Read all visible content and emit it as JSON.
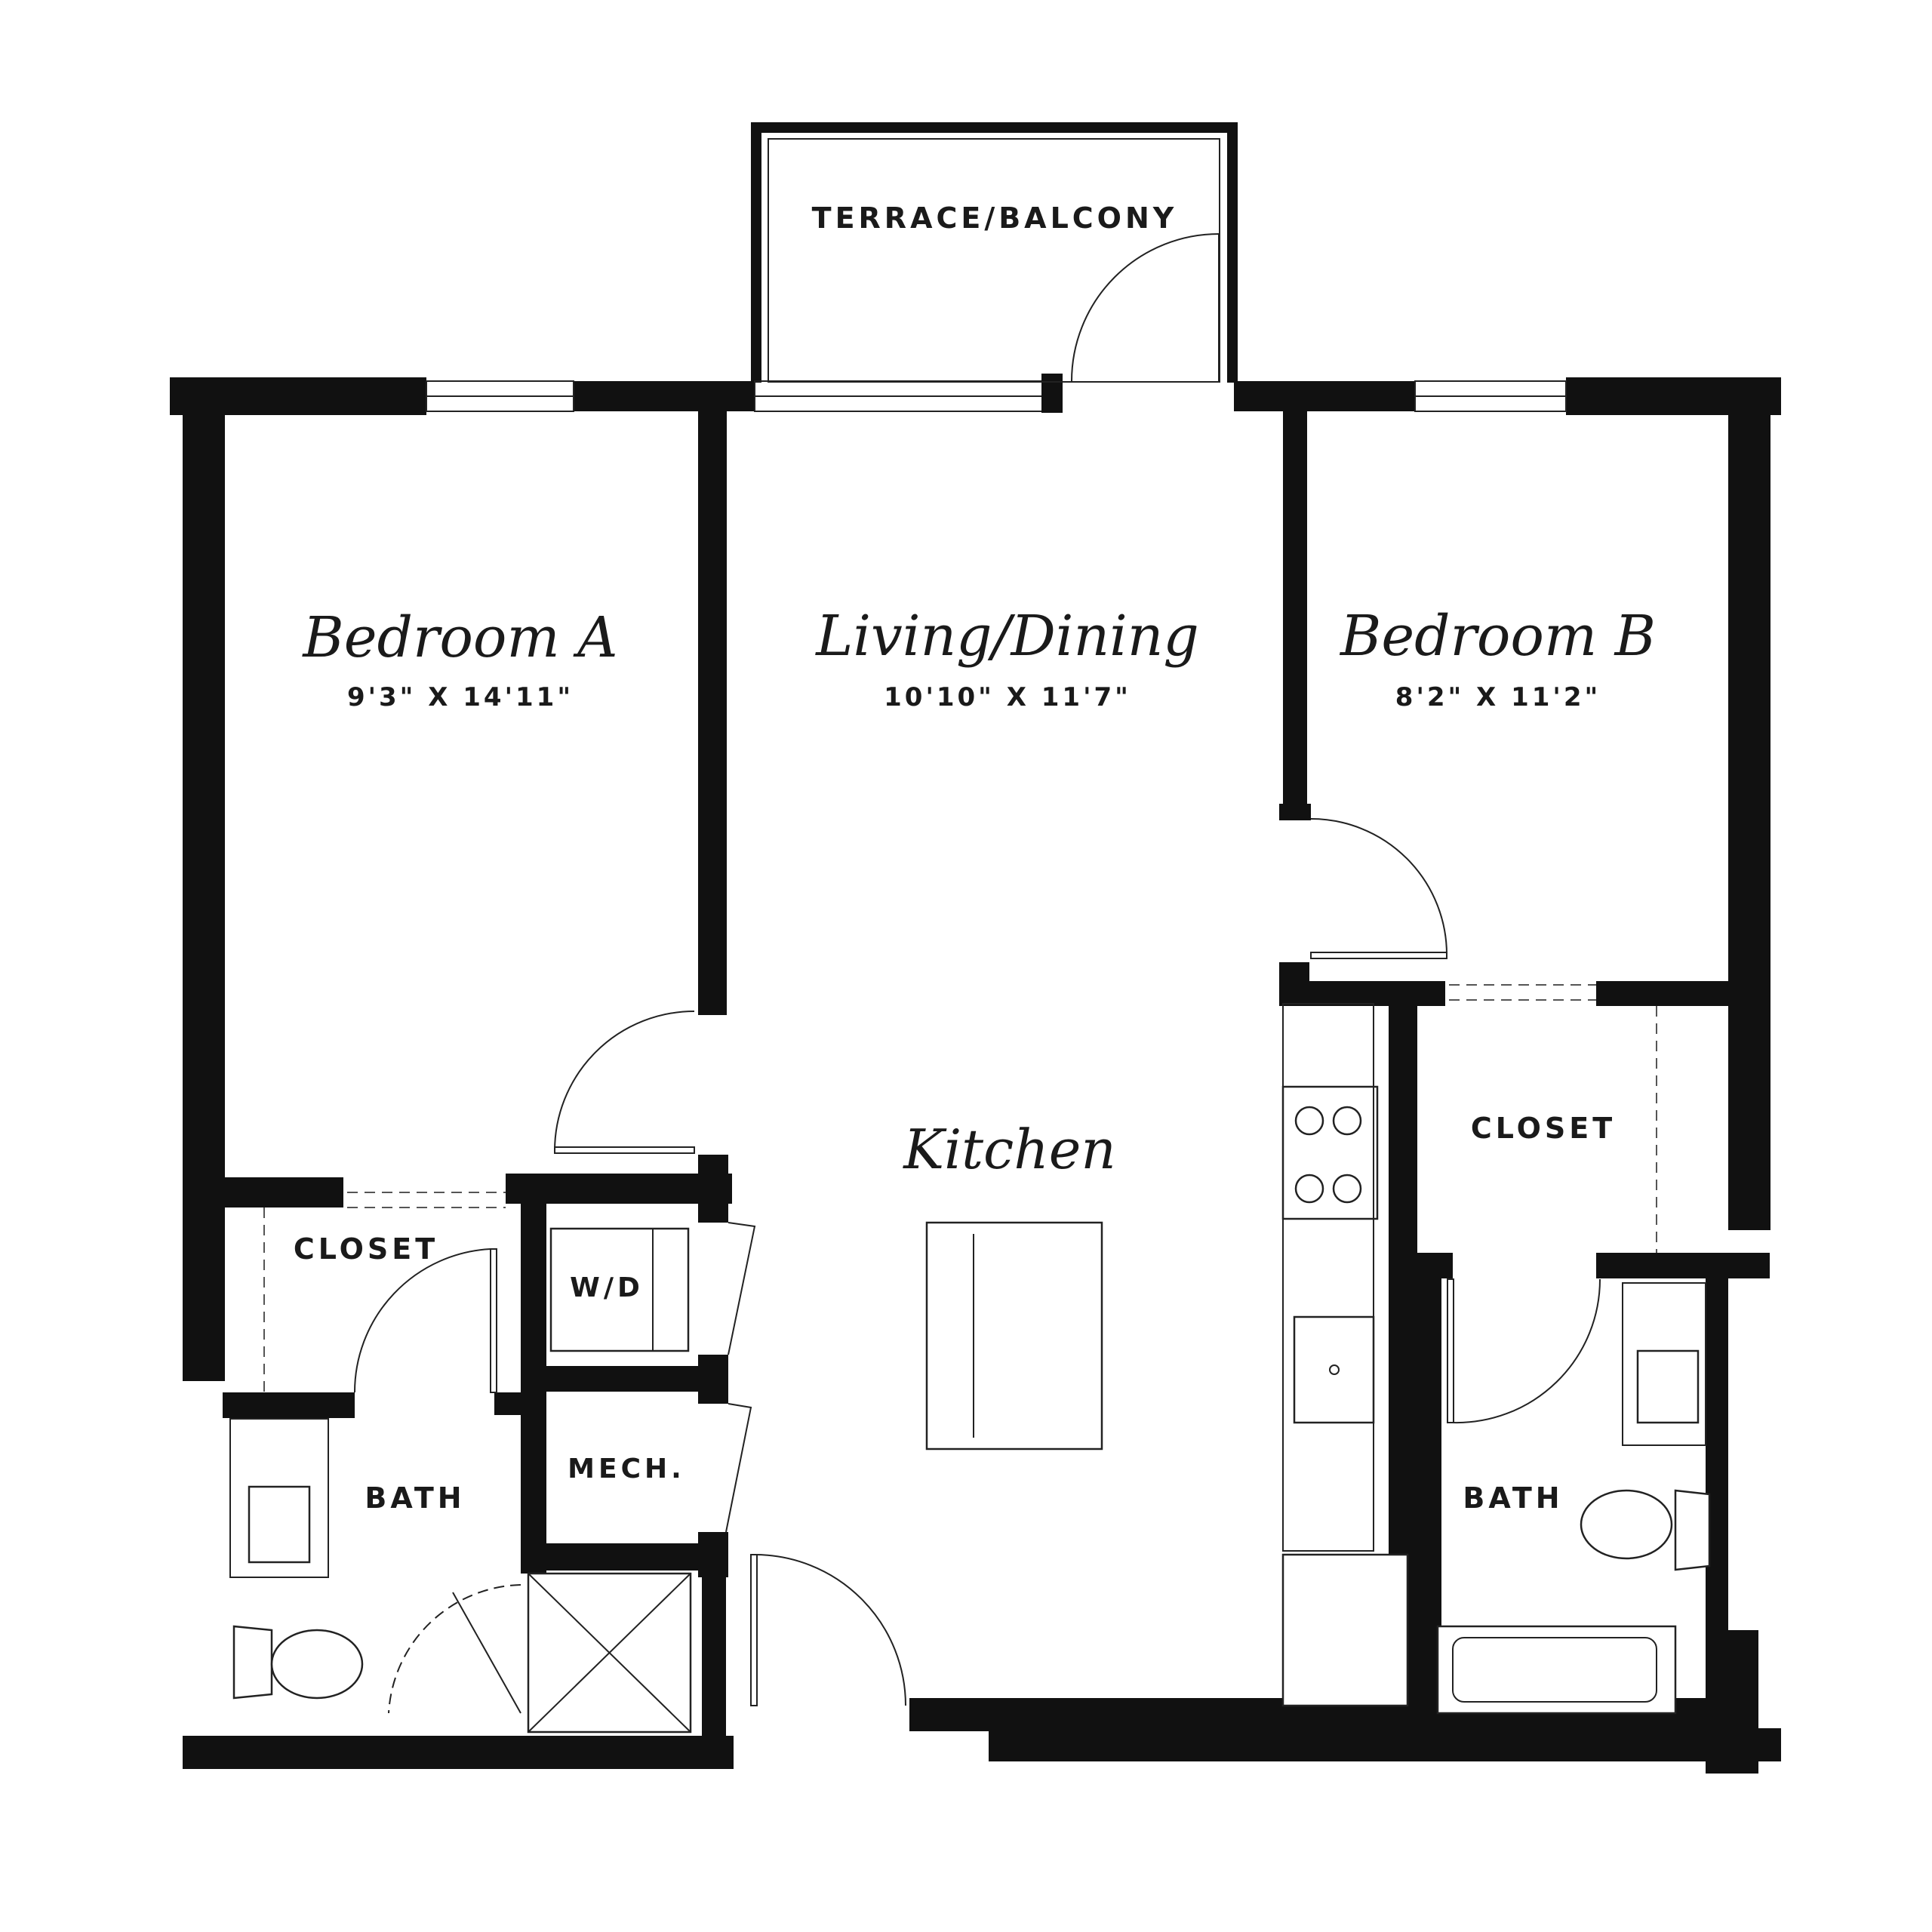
{
  "rooms": {
    "terrace": {
      "name": "TERRACE/BALCONY"
    },
    "bedroom_a": {
      "name": "Bedroom A",
      "dimensions": "9'3\" X 14'11\""
    },
    "living_dining": {
      "name": "Living/Dining",
      "dimensions": "10'10\" X 11'7\""
    },
    "bedroom_b": {
      "name": "Bedroom B",
      "dimensions": "8'2\" X 11'2\""
    },
    "kitchen": {
      "name": "Kitchen"
    },
    "closet_a": {
      "name": "CLOSET"
    },
    "closet_b": {
      "name": "CLOSET"
    },
    "washer_dryer": {
      "name": "W/D"
    },
    "mechanical": {
      "name": "MECH."
    },
    "bath_a": {
      "name": "BATH"
    },
    "bath_b": {
      "name": "BATH"
    }
  },
  "colors": {
    "wall": "#111111",
    "background": "#ffffff",
    "line": "#222222"
  }
}
